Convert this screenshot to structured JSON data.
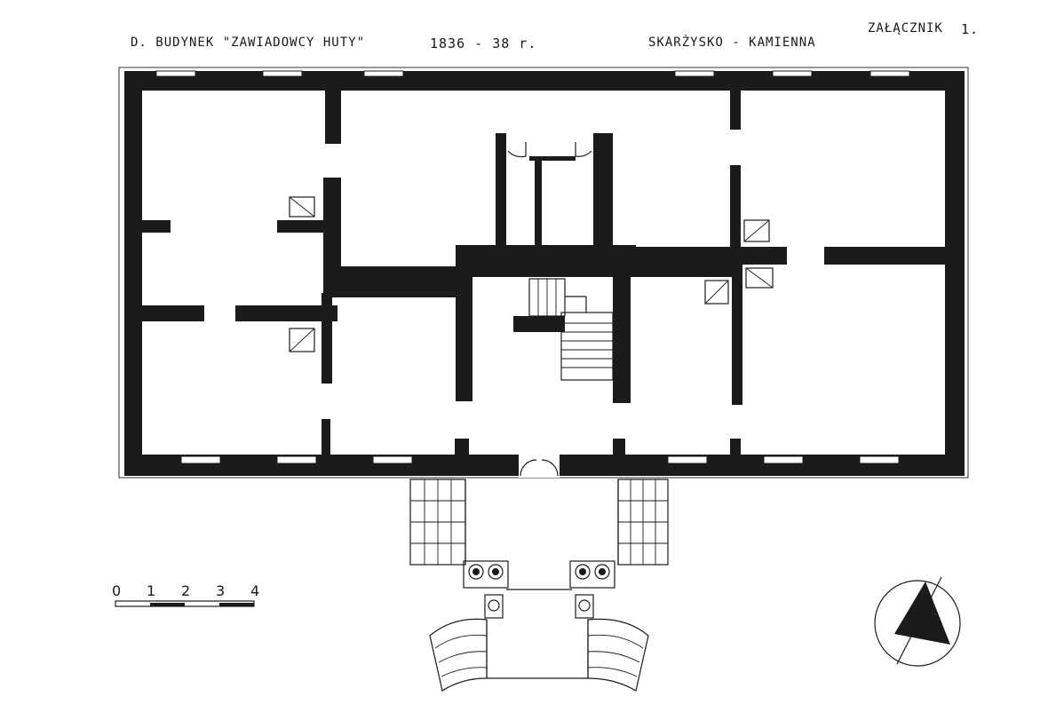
{
  "header": {
    "building": "D. BUDYNEK \"ZAWIADOWCY HUTY\"",
    "years": "1836 - 38 r.",
    "location": "SKARŻYSKO - KAMIENNA",
    "appendix_label": "ZAŁĄCZNIK",
    "appendix_number": "1."
  },
  "scale_bar": {
    "labels": [
      "0",
      "1",
      "2",
      "3",
      "4"
    ]
  },
  "icons": {
    "north": "north-arrow-triangle-icon",
    "stove": "tiled-stove-icon"
  }
}
